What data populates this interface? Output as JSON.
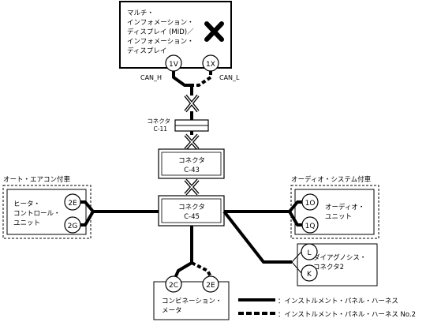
{
  "mid": {
    "label_lines": [
      "マルチ・",
      "インフォメーション・",
      "ディスプレイ (MID)／",
      "インフォメーション・",
      "ディスプレイ"
    ],
    "pin_h": "1V",
    "pin_l": "1X",
    "can_h": "CAN_H",
    "can_l": "CAN_L"
  },
  "connector_c11": {
    "label": "コネクタ",
    "code": "C-11"
  },
  "connector_c43": {
    "label": "コネクタ",
    "code": "C-43"
  },
  "connector_c45": {
    "label": "コネクタ",
    "code": "C-45"
  },
  "heater": {
    "group_label": "オート・エアコン付車",
    "label_lines": [
      "ヒータ・",
      "コントロール・",
      "ユニット"
    ],
    "pin_a": "2E",
    "pin_b": "2G"
  },
  "audio": {
    "group_label": "オーディオ・システム付車",
    "label_lines": [
      "オーディオ・",
      "ユニット"
    ],
    "pin_a": "1O",
    "pin_b": "1Q"
  },
  "diagnosis": {
    "label_lines": [
      "ダイアグノシス・",
      "コネクタ2"
    ],
    "pin_a": "L",
    "pin_b": "K"
  },
  "meter": {
    "label_lines": [
      "コンビネーション・",
      "メータ"
    ],
    "pin_a": "2C",
    "pin_b": "2E"
  },
  "legend": {
    "solid": "：インストルメント・パネル・ハーネス",
    "dashed": "：インストルメント・パネル・ハーネス No.2"
  }
}
